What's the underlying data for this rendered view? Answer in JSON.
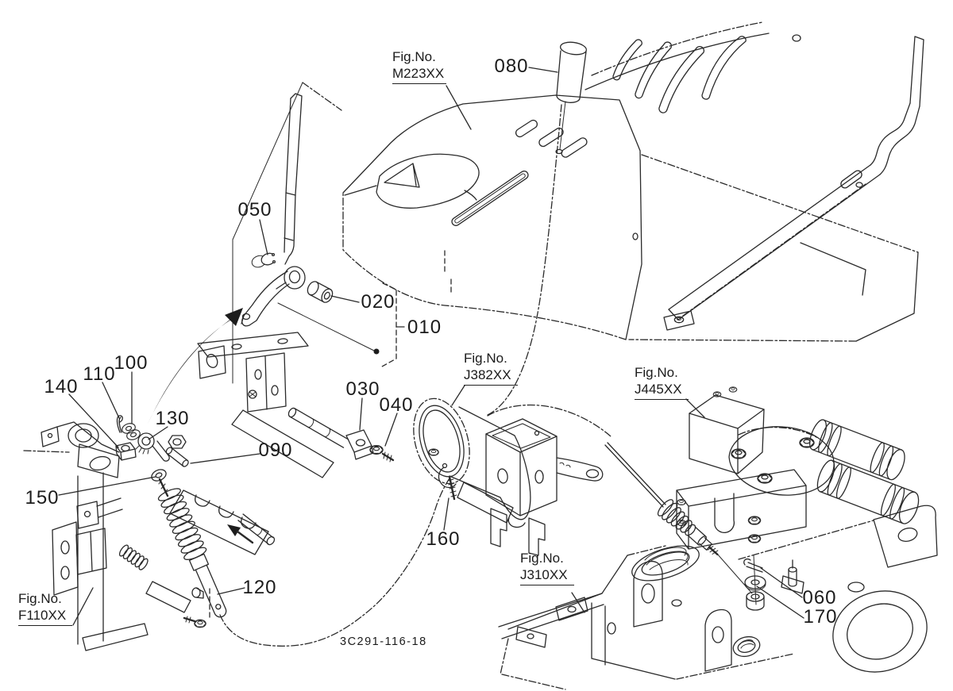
{
  "diagram": {
    "drawing_number": "3C291-116-18",
    "fig_prefix": "Fig.No.",
    "labels": {
      "p010": "010",
      "p020": "020",
      "p030": "030",
      "p040": "040",
      "p050": "050",
      "p060": "060",
      "p080": "080",
      "p090": "090",
      "p100": "100",
      "p110": "110",
      "p120": "120",
      "p130": "130",
      "p140": "140",
      "p150": "150",
      "p160": "160",
      "p170": "170"
    },
    "figures": {
      "m223": "M223XX",
      "j382": "J382XX",
      "j445": "J445XX",
      "j310": "J310XX",
      "f110": "F110XX"
    }
  }
}
